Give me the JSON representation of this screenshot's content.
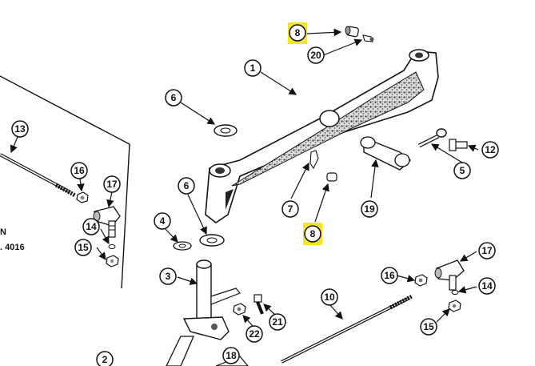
{
  "callouts": [
    {
      "id": "c1",
      "label": "1"
    },
    {
      "id": "c2",
      "label": "2"
    },
    {
      "id": "c3",
      "label": "3"
    },
    {
      "id": "c4",
      "label": "4"
    },
    {
      "id": "c5",
      "label": "5"
    },
    {
      "id": "c6a",
      "label": "6"
    },
    {
      "id": "c6b",
      "label": "6"
    },
    {
      "id": "c7",
      "label": "7"
    },
    {
      "id": "c8a",
      "label": "8",
      "highlight": true
    },
    {
      "id": "c8b",
      "label": "8",
      "highlight": true
    },
    {
      "id": "c10",
      "label": "10"
    },
    {
      "id": "c12",
      "label": "12"
    },
    {
      "id": "c13",
      "label": "13"
    },
    {
      "id": "c14a",
      "label": "14"
    },
    {
      "id": "c14b",
      "label": "14"
    },
    {
      "id": "c15a",
      "label": "15"
    },
    {
      "id": "c15b",
      "label": "15"
    },
    {
      "id": "c16a",
      "label": "16"
    },
    {
      "id": "c16b",
      "label": "16"
    },
    {
      "id": "c17a",
      "label": "17"
    },
    {
      "id": "c17b",
      "label": "17"
    },
    {
      "id": "c18",
      "label": "18"
    },
    {
      "id": "c19",
      "label": "19"
    },
    {
      "id": "c20",
      "label": "20"
    },
    {
      "id": "c21",
      "label": "21"
    },
    {
      "id": "c22",
      "label": "22"
    }
  ],
  "side_text": {
    "line1": "N",
    "line2": ". 4016"
  },
  "colors": {
    "ink": "#111111",
    "highlight": "#f6e62a",
    "hatch": "#444444"
  }
}
